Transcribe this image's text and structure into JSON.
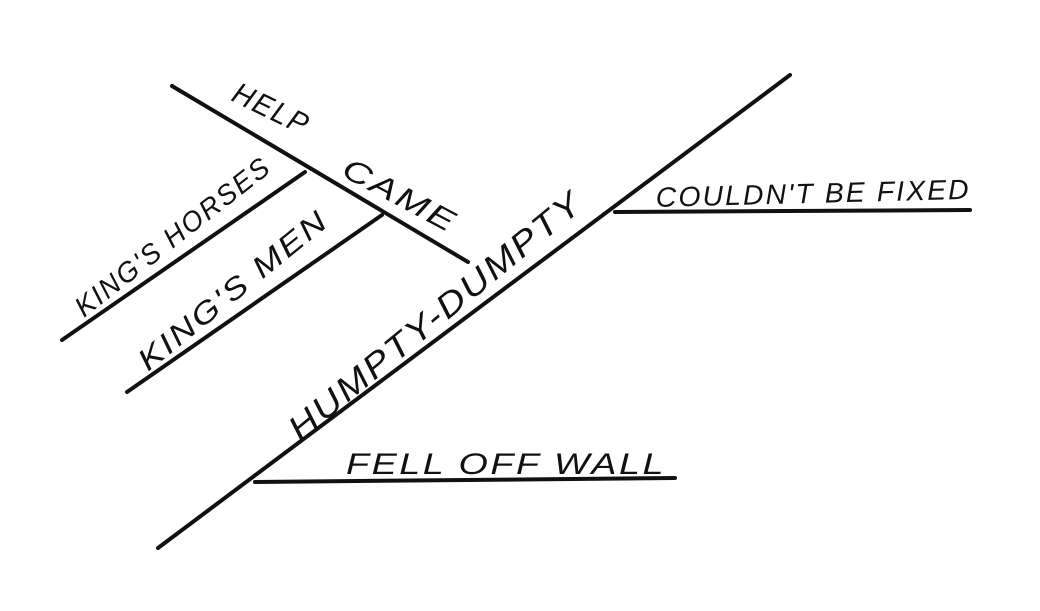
{
  "diagram": {
    "labels": {
      "subject": "HUMPTY-DUMPTY",
      "verb1": "FELL OFF WALL",
      "verb2": "COULDN'T BE FIXED",
      "help": "HELP",
      "came": "CAME",
      "horses": "KING'S HORSES",
      "men": "KING'S MEN"
    },
    "ink_color": "#111111"
  }
}
